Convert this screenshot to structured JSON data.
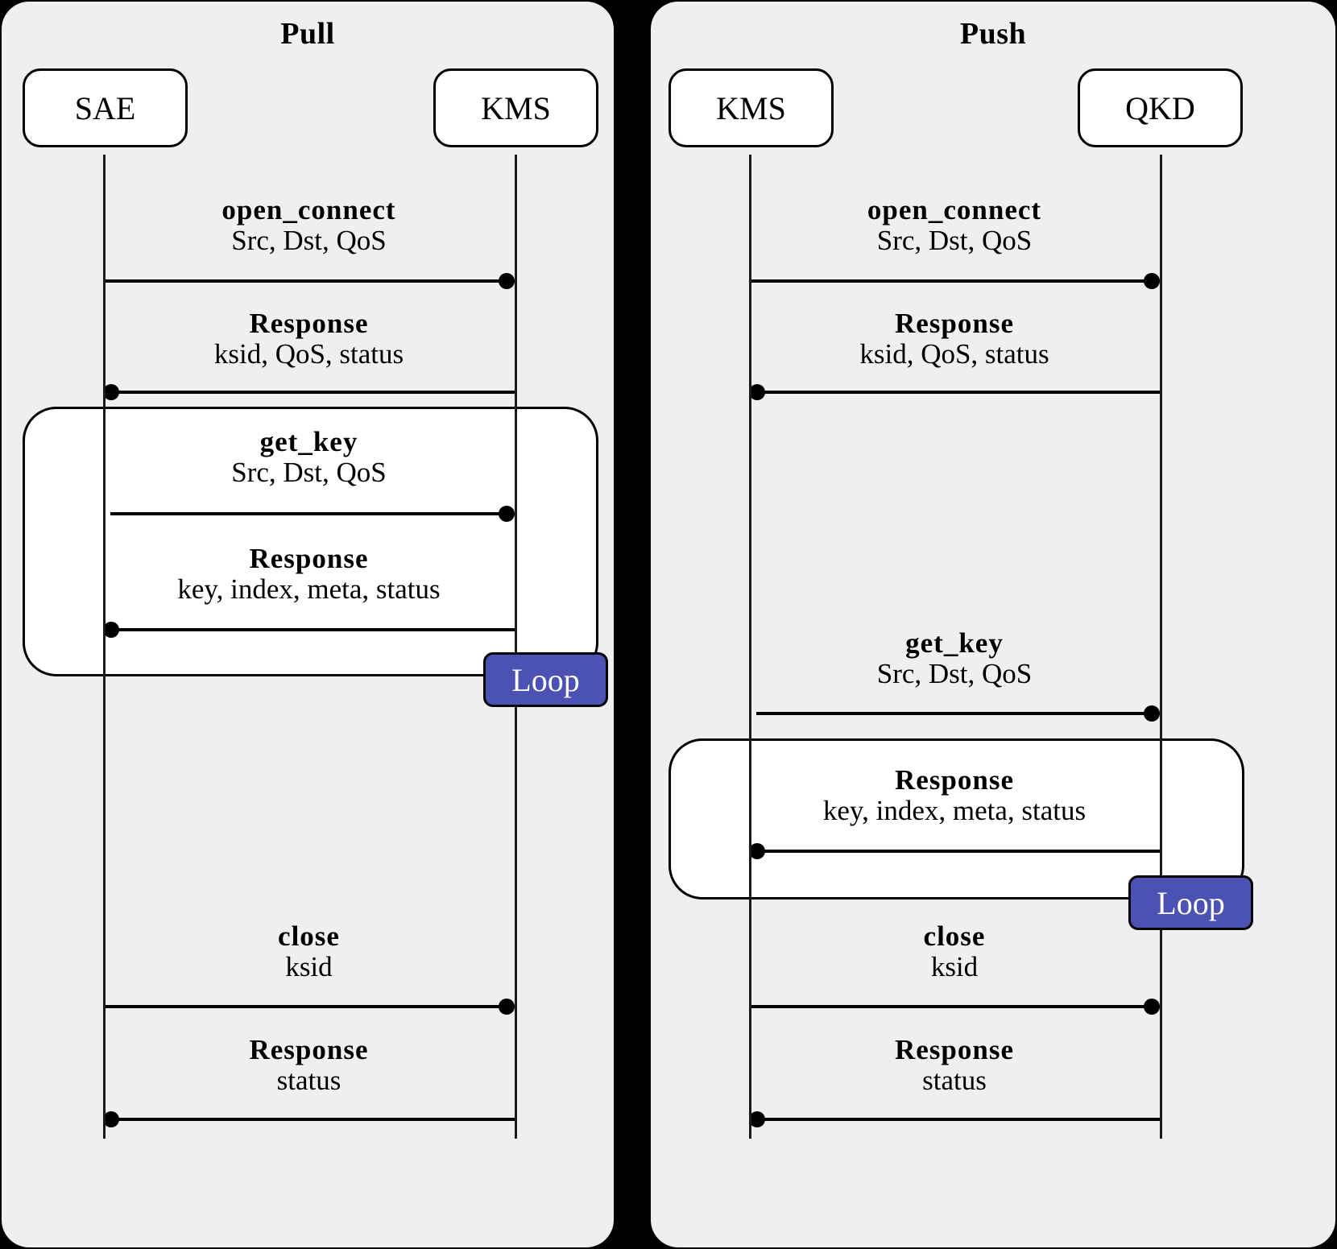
{
  "diagram": {
    "title": "QKD key delivery: Pull vs Push sequence diagrams",
    "background_color": "#000000",
    "panel_color": "#efefef",
    "loop_badge_color": "#4c52b4",
    "loop_badge_text_color": "#ffffff",
    "line_color": "#000000"
  },
  "panels": [
    {
      "name": "pull",
      "title": "Pull",
      "participants": [
        {
          "id": "sae",
          "label": "SAE"
        },
        {
          "id": "kms",
          "label": "KMS"
        }
      ],
      "loop": {
        "label": "Loop"
      },
      "messages": [
        {
          "id": "pull-open-connect",
          "name": "open_connect",
          "args": "Src, Dst, QoS",
          "from": "sae",
          "to": "kms",
          "direction": "right",
          "in_loop": false
        },
        {
          "id": "pull-open-connect-response",
          "name": "Response",
          "args": "ksid, QoS, status",
          "from": "kms",
          "to": "sae",
          "direction": "left",
          "in_loop": false
        },
        {
          "id": "pull-get-key",
          "name": "get_key",
          "args": "Src, Dst, QoS",
          "from": "sae",
          "to": "kms",
          "direction": "right",
          "in_loop": true
        },
        {
          "id": "pull-get-key-response",
          "name": "Response",
          "args": "key, index, meta, status",
          "from": "kms",
          "to": "sae",
          "direction": "left",
          "in_loop": true
        },
        {
          "id": "pull-close",
          "name": "close",
          "args": "ksid",
          "from": "sae",
          "to": "kms",
          "direction": "right",
          "in_loop": false
        },
        {
          "id": "pull-close-response",
          "name": "Response",
          "args": "status",
          "from": "kms",
          "to": "sae",
          "direction": "left",
          "in_loop": false
        }
      ]
    },
    {
      "name": "push",
      "title": "Push",
      "participants": [
        {
          "id": "kms",
          "label": "KMS"
        },
        {
          "id": "qkd",
          "label": "QKD"
        }
      ],
      "loop": {
        "label": "Loop"
      },
      "messages": [
        {
          "id": "push-open-connect",
          "name": "open_connect",
          "args": "Src, Dst, QoS",
          "from": "kms",
          "to": "qkd",
          "direction": "right",
          "in_loop": false
        },
        {
          "id": "push-open-connect-response",
          "name": "Response",
          "args": "ksid, QoS, status",
          "from": "qkd",
          "to": "kms",
          "direction": "left",
          "in_loop": false
        },
        {
          "id": "push-get-key",
          "name": "get_key",
          "args": "Src, Dst, QoS",
          "from": "kms",
          "to": "qkd",
          "direction": "right",
          "in_loop": false
        },
        {
          "id": "push-get-key-response",
          "name": "Response",
          "args": "key, index, meta, status",
          "from": "qkd",
          "to": "kms",
          "direction": "left",
          "in_loop": true
        },
        {
          "id": "push-close",
          "name": "close",
          "args": "ksid",
          "from": "kms",
          "to": "qkd",
          "direction": "right",
          "in_loop": false
        },
        {
          "id": "push-close-response",
          "name": "Response",
          "args": "status",
          "from": "qkd",
          "to": "kms",
          "direction": "left",
          "in_loop": false
        }
      ]
    }
  ]
}
